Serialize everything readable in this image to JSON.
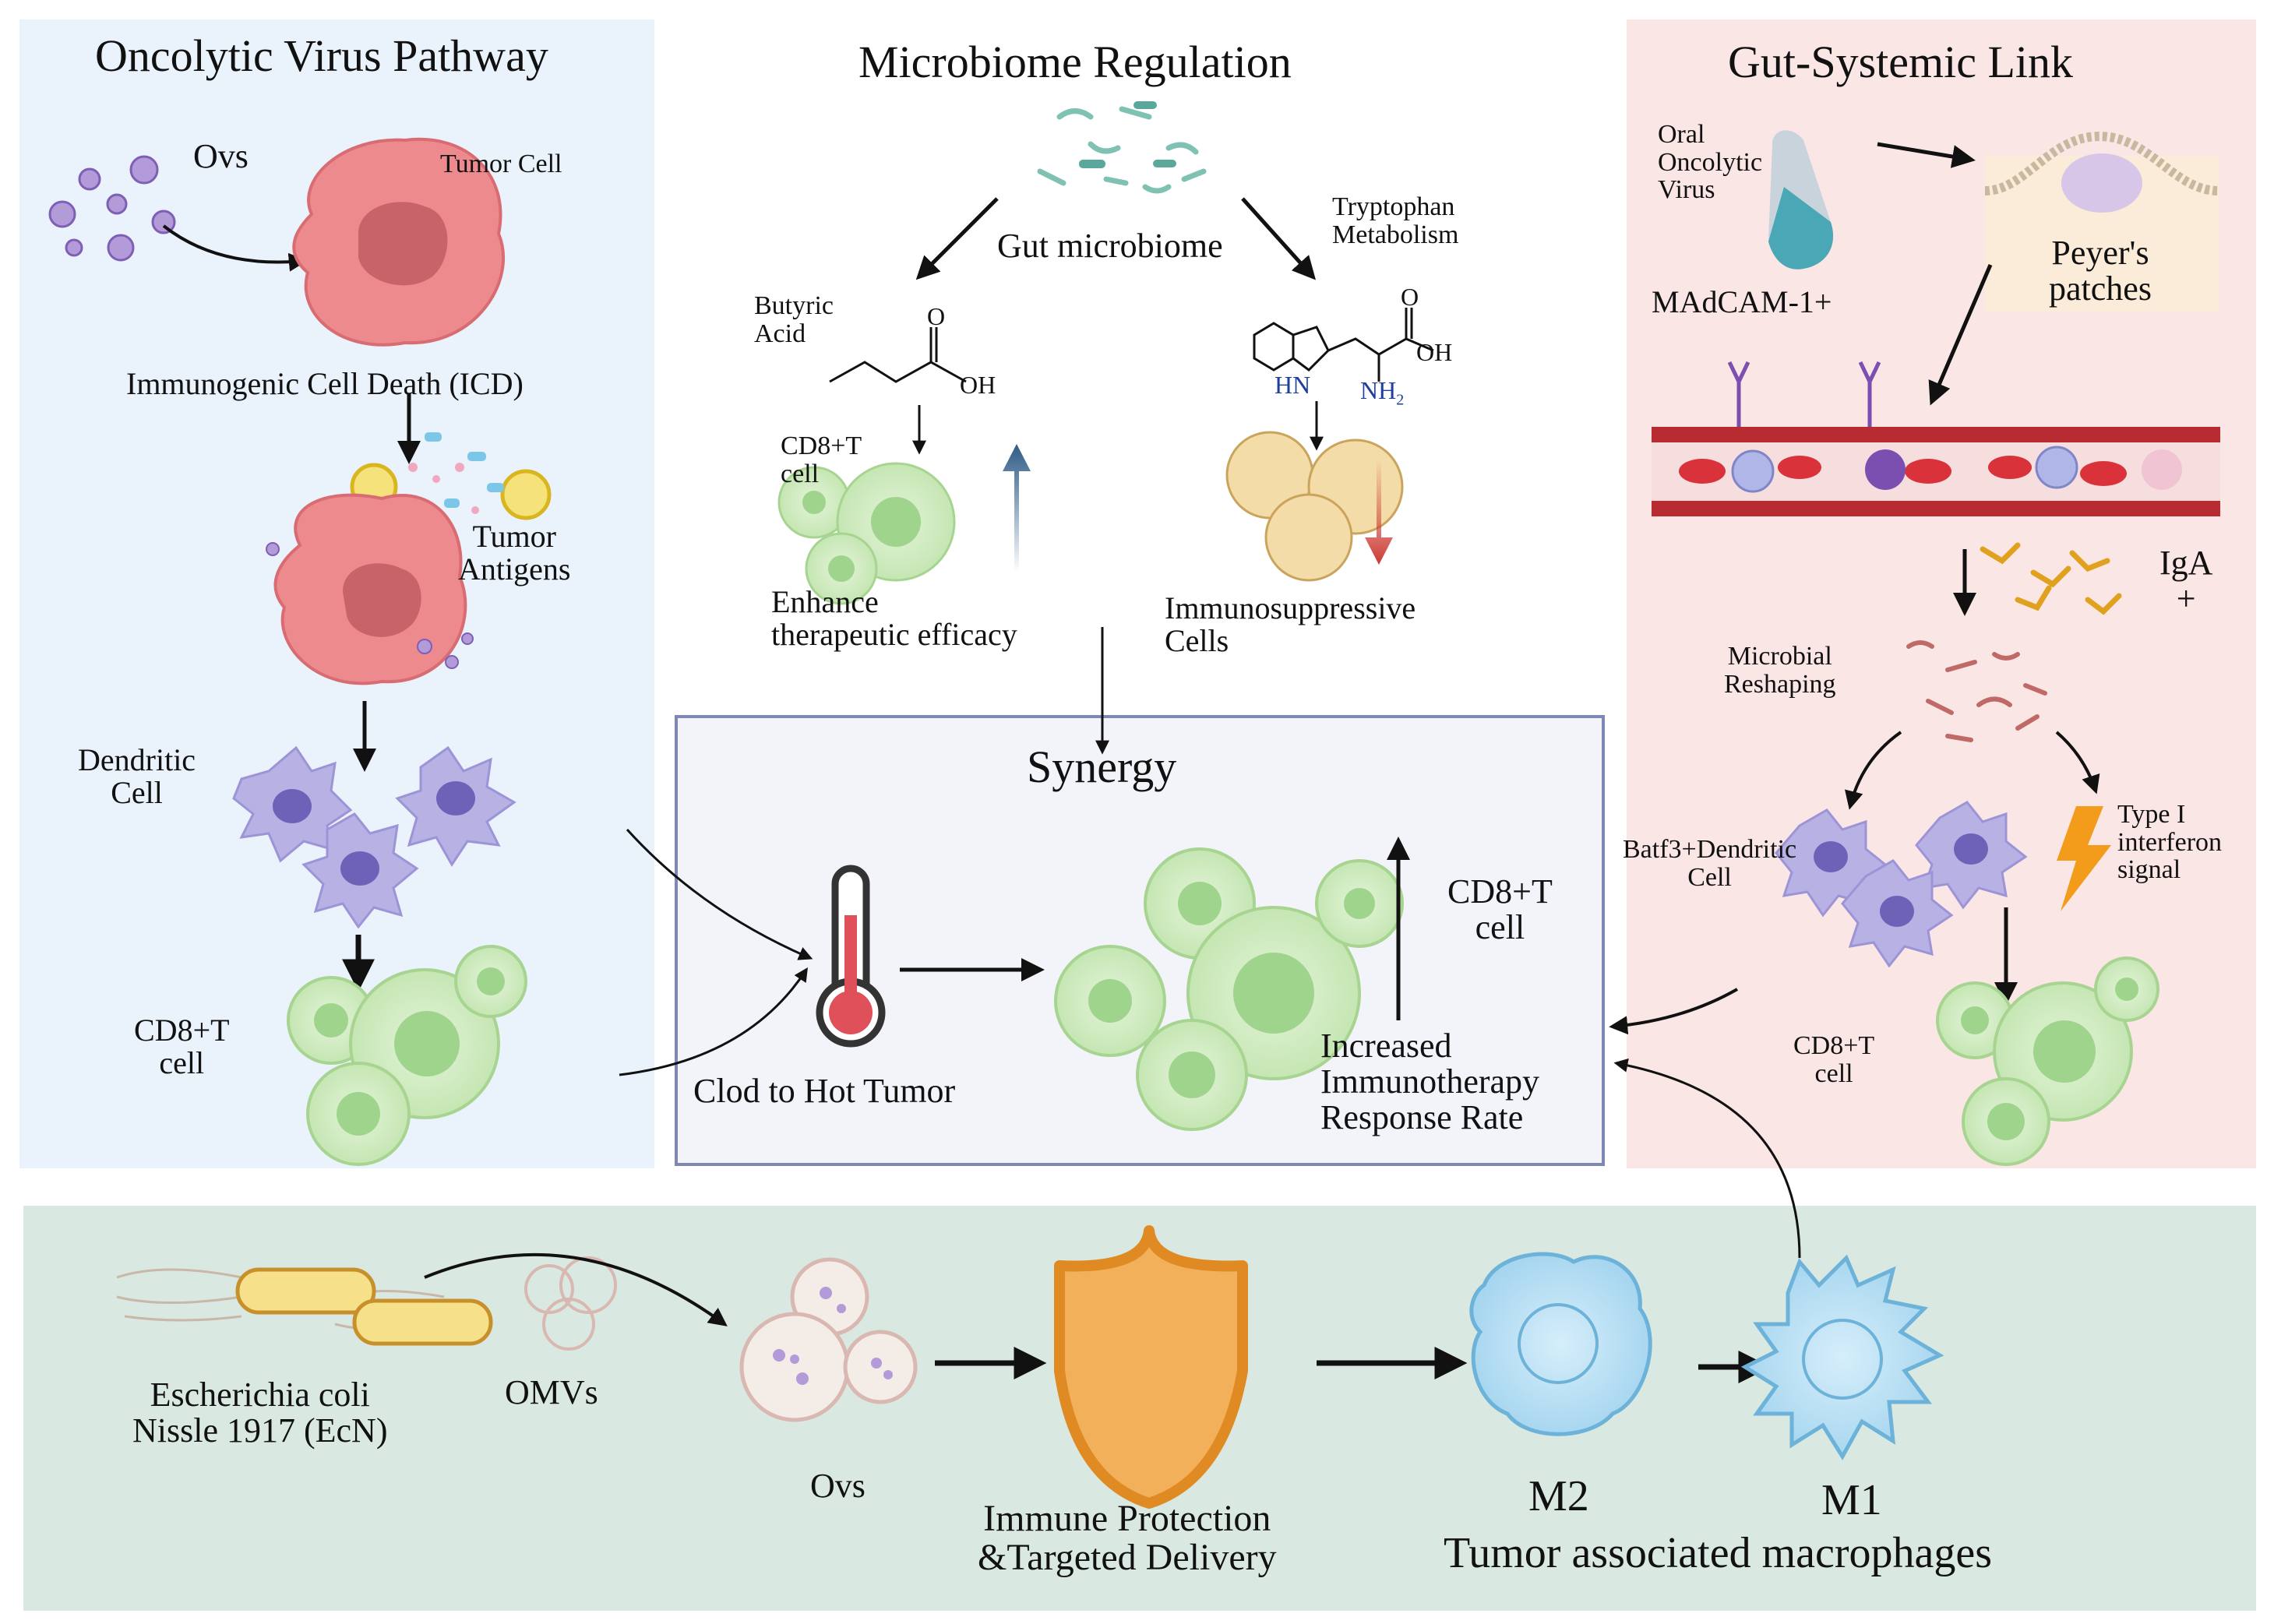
{
  "panels": {
    "oncolytic": {
      "title": "Oncolytic Virus Pathway",
      "ovs": "Ovs",
      "tumor_cell": "Tumor Cell",
      "icd": "Immunogenic Cell Death (ICD)",
      "tumor_antigens": "Tumor\nAntigens",
      "dendritic_cell": "Dendritic\nCell",
      "cd8t_cell": "CD8+T\ncell"
    },
    "microbiome": {
      "title": "Microbiome Regulation",
      "gut_microbiome": "Gut microbiome",
      "butyric_acid": "Butyric\nAcid",
      "tryptophan": "Tryptophan\nMetabolism",
      "cd8t_cell": "CD8+T\ncell",
      "enhance": "Enhance\ntherapeutic efficacy",
      "immunosuppressive": "Immunosuppressive\nCells",
      "chem_oh": "OH",
      "chem_o": "O",
      "chem_hn": "HN",
      "chem_nh2": "NH",
      "chem_nh2_sub": "2"
    },
    "gut_systemic": {
      "title": "Gut-Systemic Link",
      "oral_virus": "Oral\nOncolytic\nVirus",
      "peyers": "Peyer's\npatches",
      "madcam": "MAdCAM-1+",
      "iga": "IgA\n+",
      "microbial_reshaping": "Microbial\nReshaping",
      "batf3": "Batf3+Dendritic\nCell",
      "type_i": "Type I\ninterferon\nsignal",
      "cd8t_cell": "CD8+T\ncell"
    },
    "synergy": {
      "title": "Synergy",
      "cold_hot": "Clod to Hot Tumor",
      "cd8t_cell": "CD8+T\ncell",
      "increased": "Increased\nImmunotherapy\nResponse Rate"
    },
    "bottom": {
      "ecn": "Escherichia coli\nNissle 1917 (EcN)",
      "omvs": "OMVs",
      "ovs": "Ovs",
      "immune_protection": "Immune Protection\n&Targeted Delivery",
      "m2": "M2",
      "m1": "M1",
      "tam": "Tumor associated macrophages"
    }
  },
  "colors": {
    "left_panel": "#eaf2fc",
    "right_panel": "#fbe6e6",
    "bottom_panel": "#d9e8e1",
    "synergy_panel": "#f2f4f9",
    "synergy_border": "#7d88b5",
    "tumor": "#e8868a",
    "tumor_nucleus": "#c9636a",
    "dendritic": "#b7b1e4",
    "tcell": "#c7e7b6",
    "tcell_nucleus": "#9fd48c",
    "macrophage": "#a9d8f0",
    "shield": "#f2b05a",
    "blue_arrow": "#2e5b86",
    "red_arrow": "#cc3a32",
    "thermometer_red": "#e0505a"
  }
}
